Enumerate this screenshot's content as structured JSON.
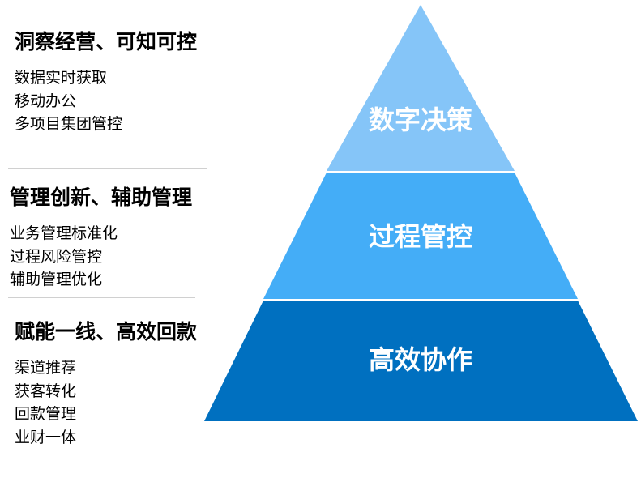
{
  "sections": [
    {
      "title": "洞察经营、可知可控",
      "items": [
        "数据实时获取",
        "移动办公",
        "多项目集团管控"
      ]
    },
    {
      "title": "管理创新、辅助管理",
      "items": [
        "业务管理标准化",
        "过程风险管控",
        "辅助管理优化"
      ]
    },
    {
      "title": "赋能一线、高效回款",
      "items": [
        "渠道推荐",
        "获客转化",
        "回款管理",
        "业财一体"
      ]
    }
  ],
  "pyramid": {
    "tiers": [
      {
        "label": "数字决策",
        "color": "#85c5f8"
      },
      {
        "label": "过程管控",
        "color": "#44adf7"
      },
      {
        "label": "高效协作",
        "color": "#0070c0"
      }
    ],
    "divider_color": "#ffffff"
  }
}
